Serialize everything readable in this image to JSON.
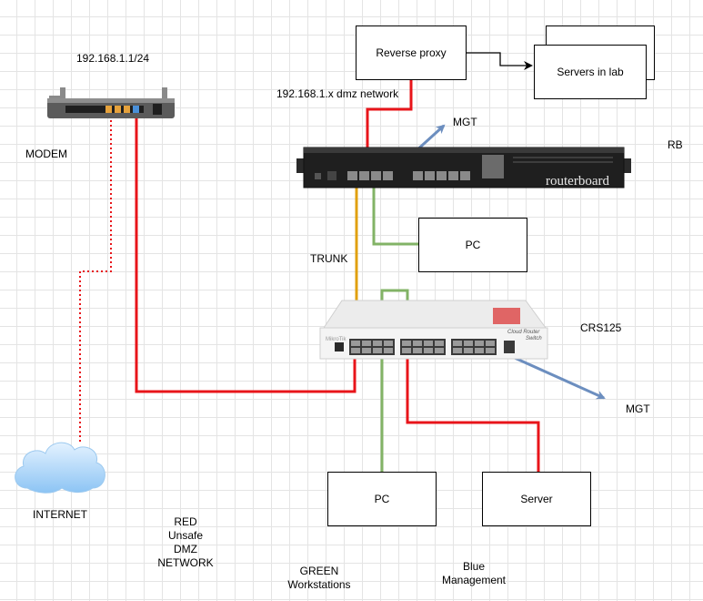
{
  "labels": {
    "modem_ip": "192.168.1.1/24",
    "modem": "MODEM",
    "dmz_network": "192.168.1.x dmz network",
    "mgt_top": "MGT",
    "rb": "RB",
    "trunk": "TRUNK",
    "crs125": "CRS125",
    "mgt_bottom": "MGT",
    "internet": "INTERNET"
  },
  "boxes": {
    "reverse_proxy": "Reverse proxy",
    "servers_in_lab": "Servers in lab",
    "pc_top": "PC",
    "pc_bottom": "PC",
    "server": "Server"
  },
  "legend": {
    "red": [
      "RED",
      "Unsafe",
      "DMZ",
      "NETWORK"
    ],
    "green": [
      "GREEN",
      "Workstations"
    ],
    "blue": [
      "Blue",
      "Management"
    ]
  },
  "device_text": {
    "routerboard_brand": "routerboard",
    "mikrotik": "MikroTik",
    "crs_line1": "Cloud Router",
    "crs_line2": "Switch"
  },
  "colors": {
    "red_link": "#e8141a",
    "green_link": "#82b366",
    "blue_link": "#6c8ebf",
    "trunk_link": "#e0a010"
  }
}
